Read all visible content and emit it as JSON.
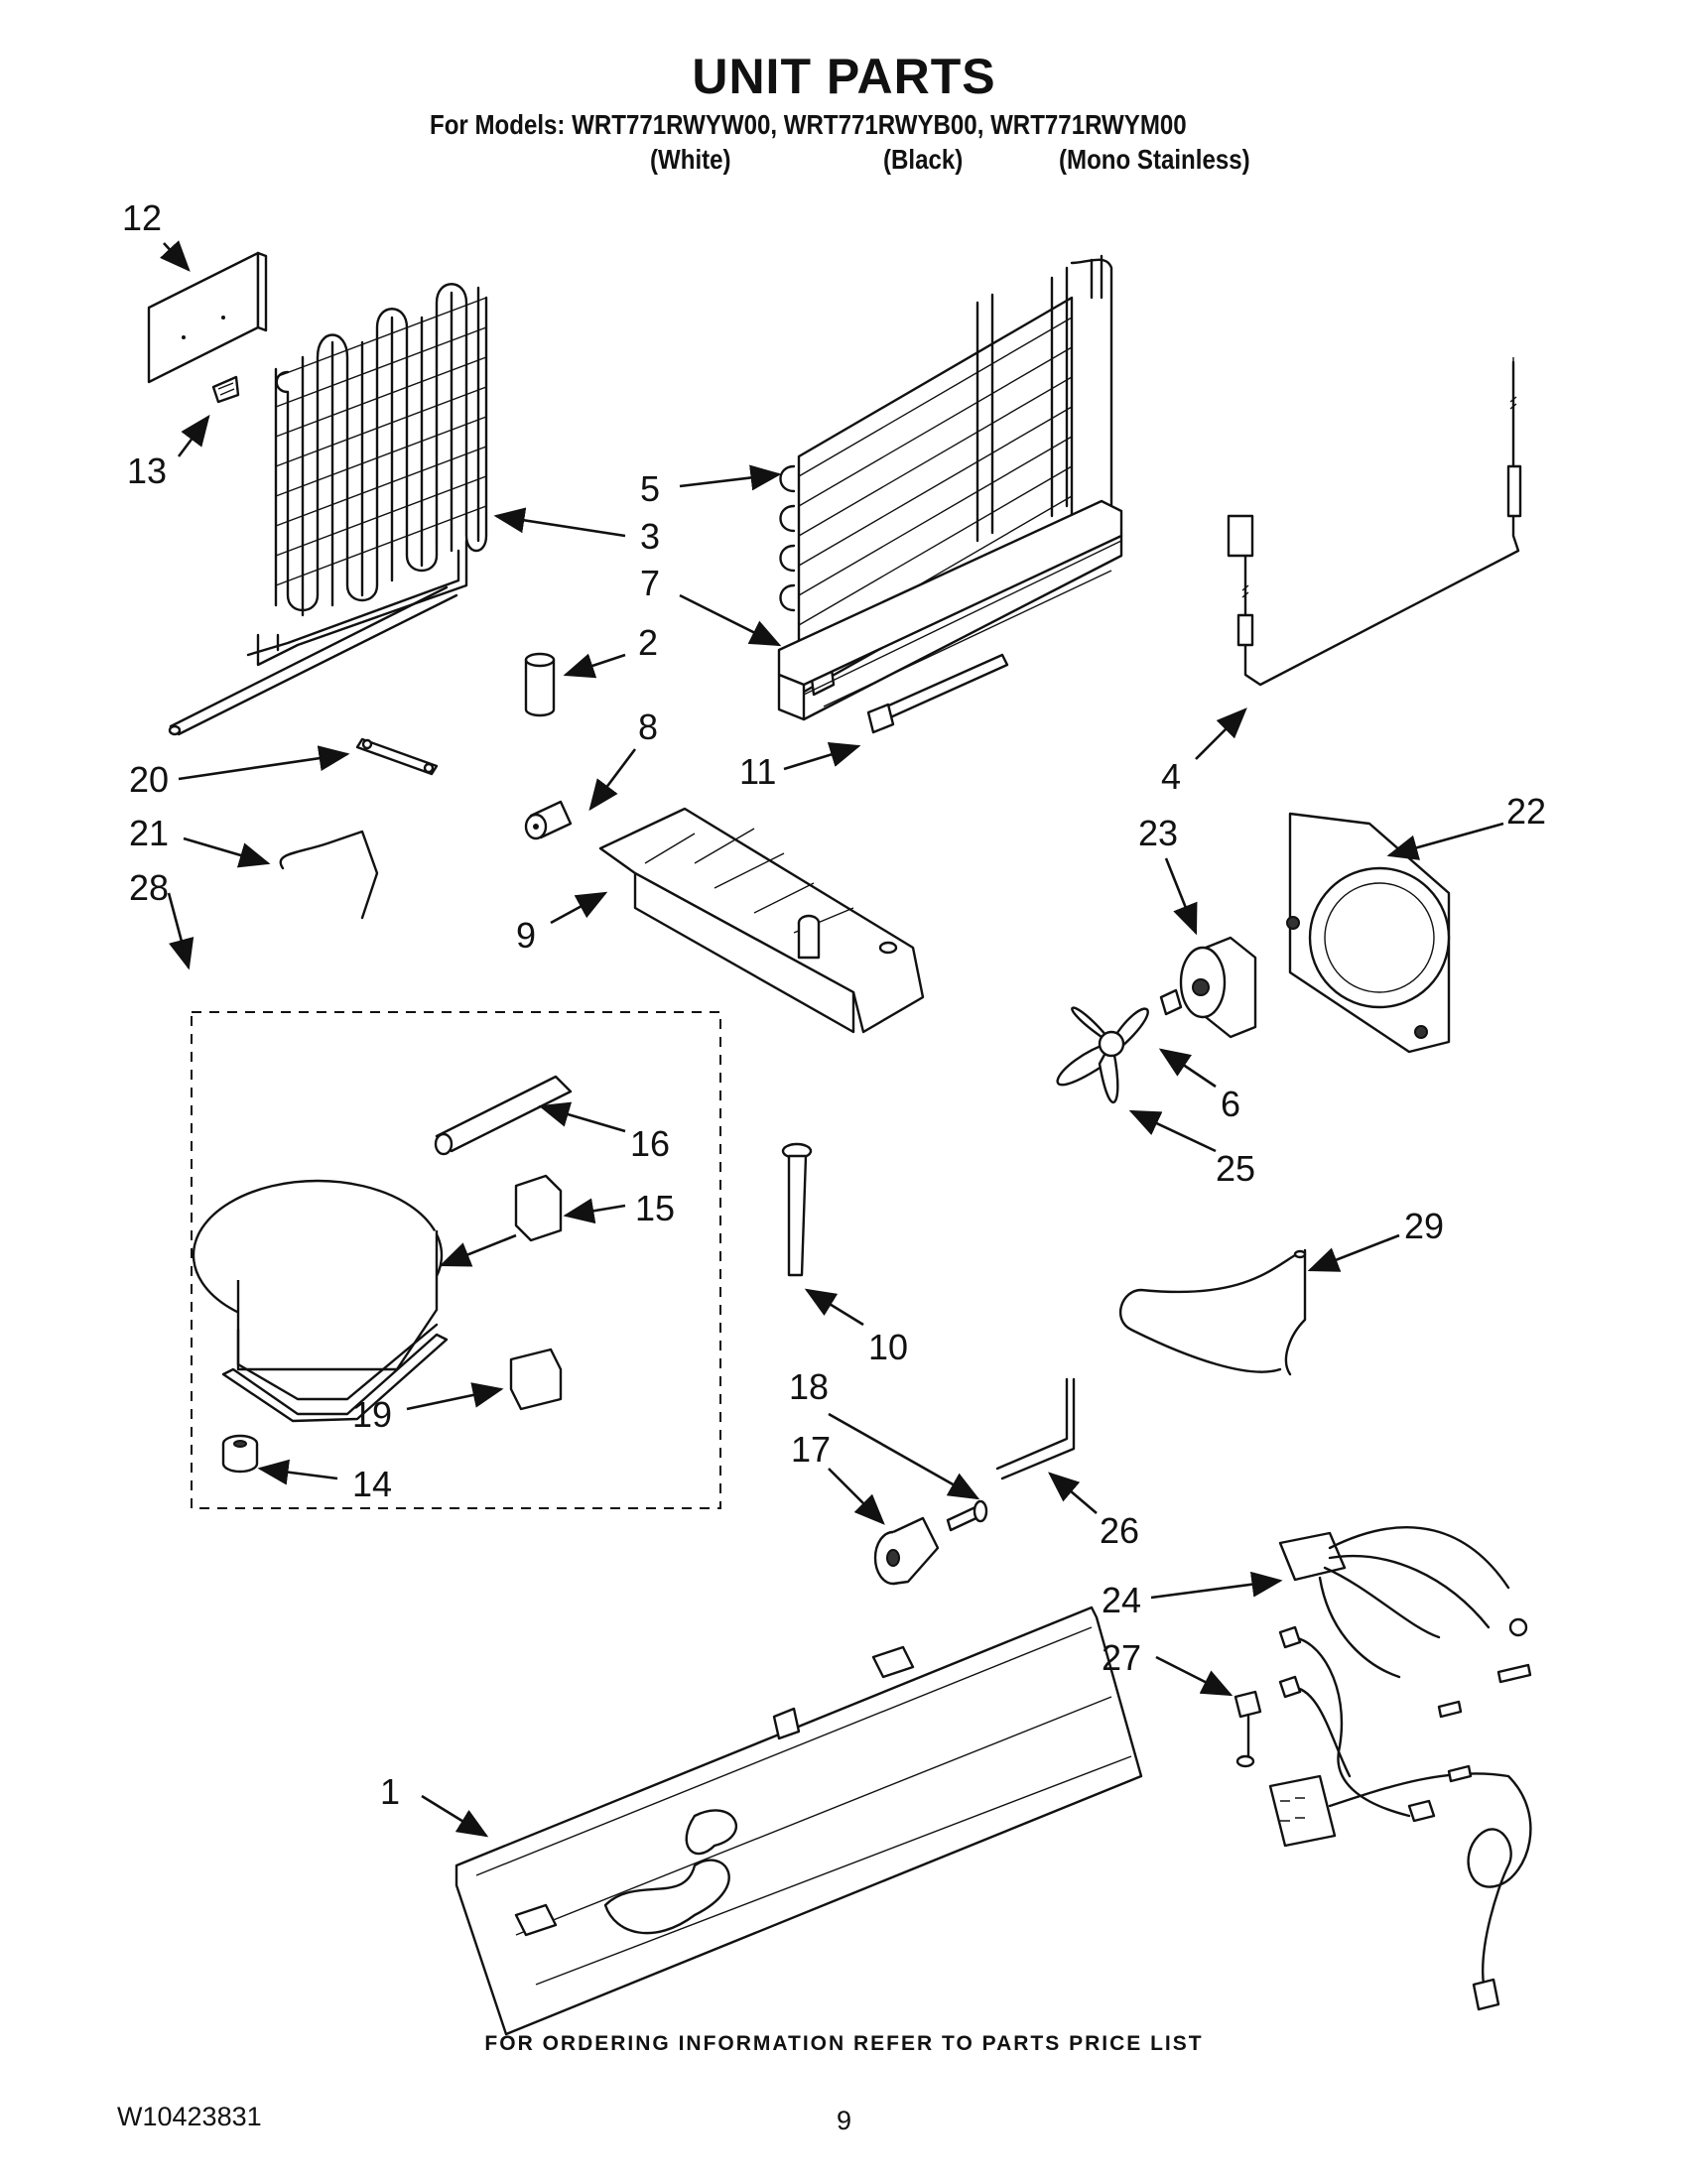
{
  "title": "UNIT PARTS",
  "models_line": "For Models: WRT771RWYW00, WRT771RWYB00, WRT771RWYM00",
  "variants": [
    "(White)",
    "(Black)",
    "(Mono Stainless)"
  ],
  "callouts": [
    "1",
    "2",
    "3",
    "4",
    "5",
    "6",
    "7",
    "8",
    "9",
    "10",
    "11",
    "12",
    "13",
    "14",
    "15",
    "16",
    "17",
    "18",
    "19",
    "20",
    "21",
    "22",
    "23",
    "24",
    "25",
    "26",
    "27",
    "28",
    "29"
  ],
  "footer_note": "FOR ORDERING INFORMATION REFER TO PARTS PRICE LIST",
  "document_number": "W10423831",
  "page_number": "9"
}
